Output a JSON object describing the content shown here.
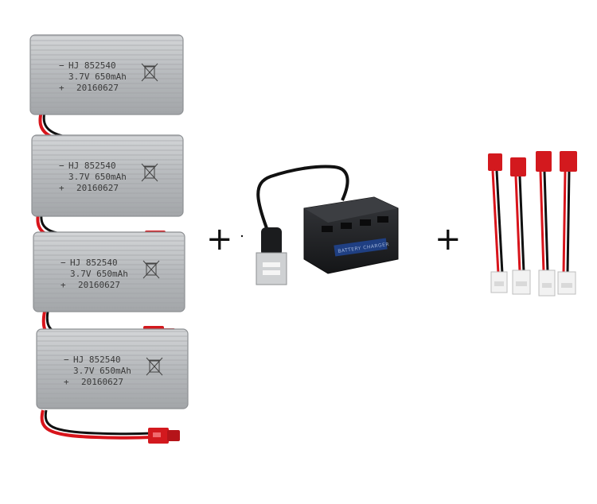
{
  "product": {
    "batteries": [
      {
        "model": "HJ 852540",
        "spec": "3.7V 650mAh",
        "date": "20160627"
      },
      {
        "model": "HJ 852540",
        "spec": "3.7V 650mAh",
        "date": "20160627"
      },
      {
        "model": "HJ 852540",
        "spec": "3.7V 650mAh",
        "date": "20160627"
      },
      {
        "model": "HJ 852540",
        "spec": "3.7V 650mAh",
        "date": "20160627"
      }
    ],
    "separators": [
      "+",
      "+"
    ],
    "charger": {
      "label": "BATTERY CHARGER"
    },
    "cable_count": 4,
    "colors": {
      "battery_body": "#b9bcbf",
      "wire_red": "#d8141b",
      "wire_black": "#111111",
      "connector_red": "#d3191e",
      "charger_body": "#1e1f22",
      "adapter_white": "#f2f2f2"
    }
  }
}
